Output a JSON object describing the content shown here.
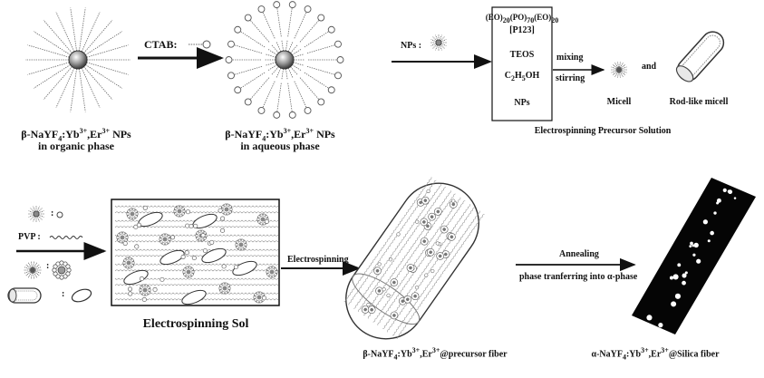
{
  "row1": {
    "np_organic_label_line1": "β-NaYF",
    "np_organic_label_sub": "4",
    "np_organic_label_mid": ":Yb",
    "np_organic_label_sup1": "3+",
    "np_organic_label_mid2": ",Er",
    "np_organic_label_sup2": "3+",
    "np_organic_label_end": " NPs",
    "np_organic_label_line2": "in organic phase",
    "ctab_label": "CTAB:",
    "np_aqueous_label_line2": "in aqueous phase",
    "nps_label": "NPs :",
    "box_formula_top": "(EO)",
    "box_formula_sub1": "20",
    "box_formula_mid1": "(PO)",
    "box_formula_sub2": "70",
    "box_formula_mid2": "(EO)",
    "box_formula_sub3": "20",
    "box_p123": "[P123]",
    "box_teos": "TEOS",
    "box_ethanol_a": "C",
    "box_ethanol_sub1": "2",
    "box_ethanol_b": "H",
    "box_ethanol_sub2": "5",
    "box_ethanol_c": "OH",
    "box_nps": "NPs",
    "mixing_label": "mixing",
    "stirring_label": "stirring",
    "and_label": "and",
    "micell_label": "Micell",
    "rod_micell_label": "Rod-like micell",
    "precursor_solution_label": "Electrospinning Precursor Solution"
  },
  "row2": {
    "colon1": ":",
    "pvp_label": "PVP :",
    "colon2": ":",
    "colon3": ":",
    "sol_label": "Electrospinning Sol",
    "electrospinning_label": "Electrospinning",
    "precursor_fiber_a": "β-NaYF",
    "precursor_fiber_sub": "4",
    "precursor_fiber_b": ":Yb",
    "precursor_fiber_sup1": "3+",
    "precursor_fiber_c": ",Er",
    "precursor_fiber_sup2": "3+",
    "precursor_fiber_d": "@precursor fiber",
    "annealing_label": "Annealing",
    "phase_label": "phase tranferring into α-phase",
    "silica_fiber_a": "α-NaYF",
    "silica_fiber_sub": "4",
    "silica_fiber_b": ":Yb",
    "silica_fiber_sup1": "3+",
    "silica_fiber_c": ",Er",
    "silica_fiber_sup2": "3+",
    "silica_fiber_d": "@Silica fiber"
  }
}
